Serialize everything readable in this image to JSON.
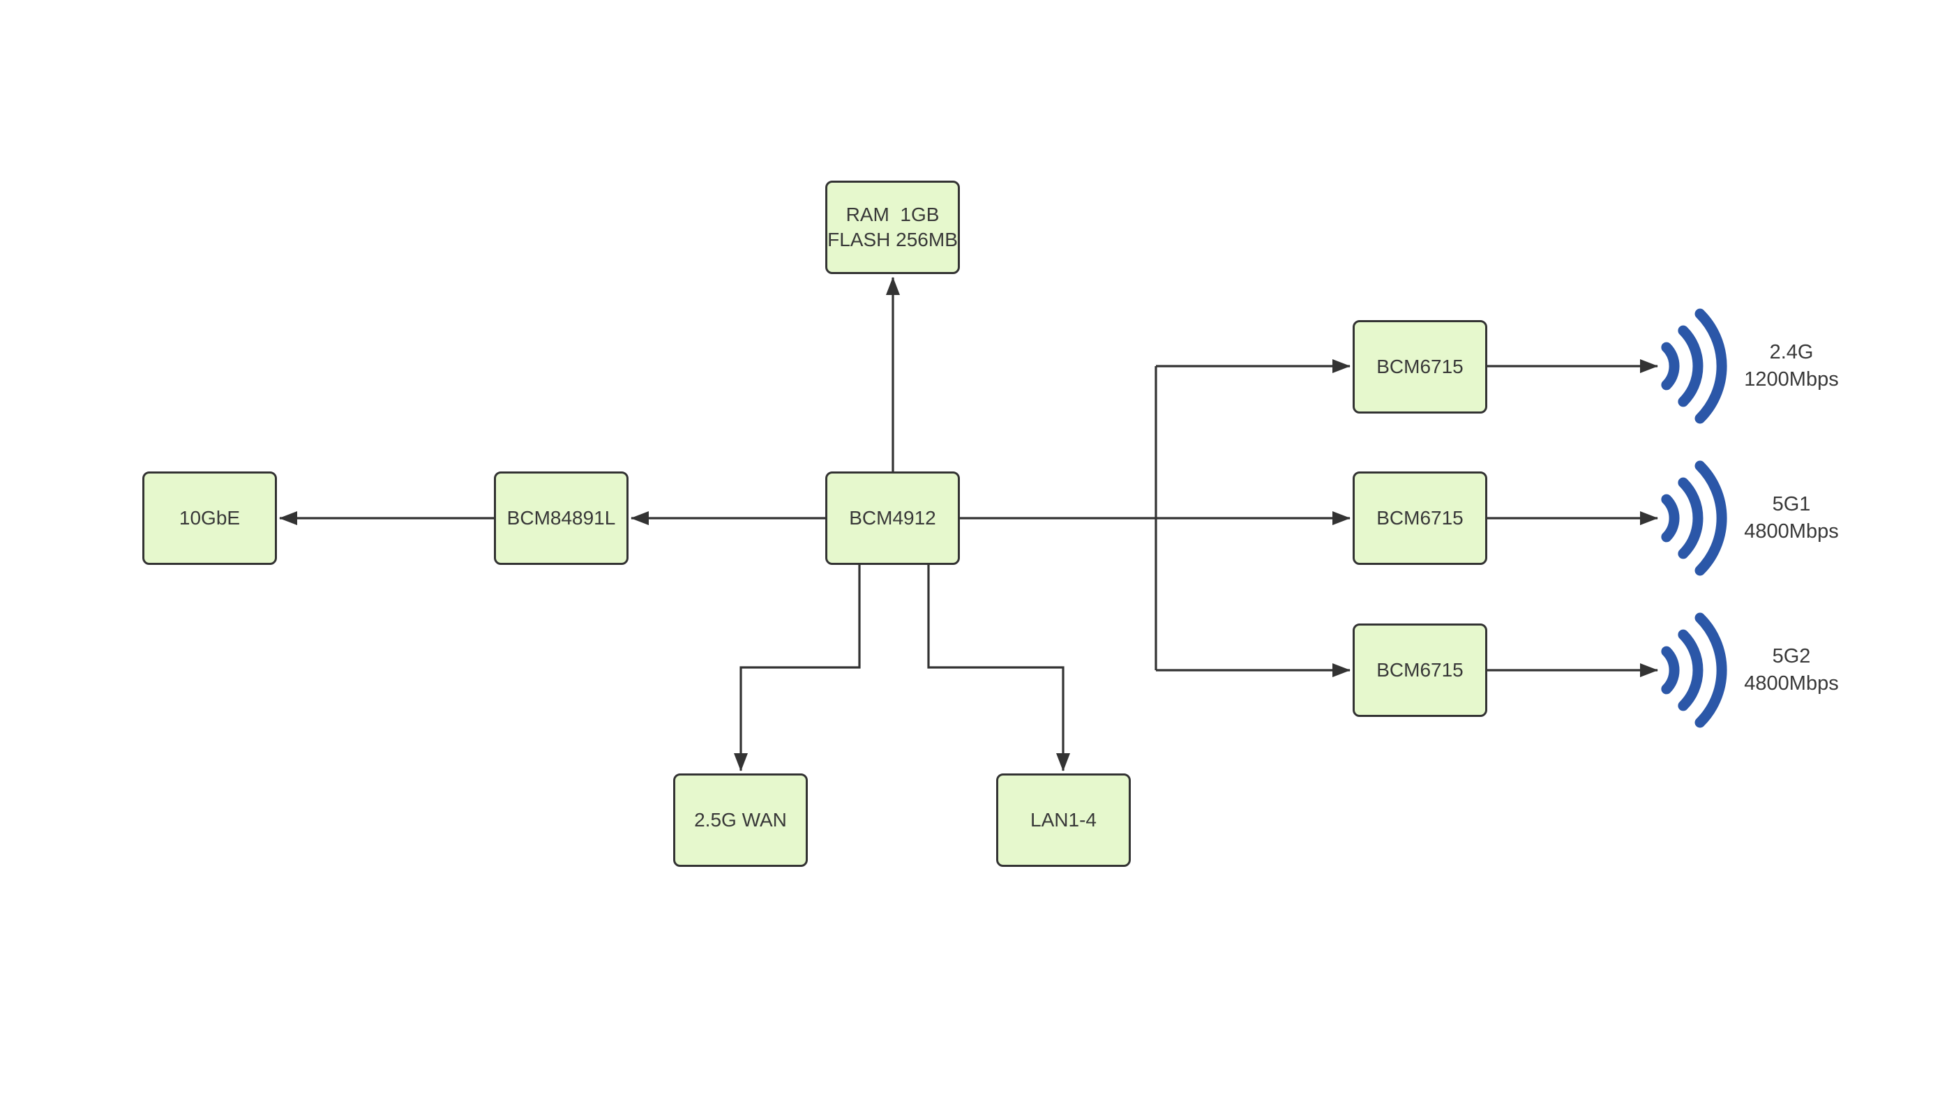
{
  "colors": {
    "background": "#ffffff",
    "box-fill": "#e6f8cd",
    "box-border": "#333333",
    "line": "#333333",
    "text": "#383838",
    "wifi-blue": "#2b57a8"
  },
  "nodes": {
    "ram": {
      "line1": "RAM  1GB",
      "line2": "FLASH 256MB"
    },
    "soc": {
      "label": "BCM4912"
    },
    "phy": {
      "label": "BCM84891L"
    },
    "tengbe": {
      "label": "10GbE"
    },
    "radio1": {
      "label": "BCM6715"
    },
    "radio2": {
      "label": "BCM6715"
    },
    "radio3": {
      "label": "BCM6715"
    },
    "wan": {
      "label": "2.5G WAN"
    },
    "lan": {
      "label": "LAN1-4"
    }
  },
  "wireless": [
    {
      "band": "2.4G",
      "rate": "1200Mbps"
    },
    {
      "band": "5G1",
      "rate": "4800Mbps"
    },
    {
      "band": "5G2",
      "rate": "4800Mbps"
    }
  ],
  "connections": [
    {
      "from": "BCM4912",
      "to": "RAM/FLASH",
      "direction": "up"
    },
    {
      "from": "BCM4912",
      "to": "BCM84891L",
      "direction": "left"
    },
    {
      "from": "BCM84891L",
      "to": "10GbE",
      "direction": "left"
    },
    {
      "from": "BCM4912",
      "to": "BCM6715 (2.4G)",
      "direction": "right"
    },
    {
      "from": "BCM4912",
      "to": "BCM6715 (5G1)",
      "direction": "right"
    },
    {
      "from": "BCM4912",
      "to": "BCM6715 (5G2)",
      "direction": "right"
    },
    {
      "from": "BCM4912",
      "to": "2.5G WAN",
      "direction": "down"
    },
    {
      "from": "BCM4912",
      "to": "LAN1-4",
      "direction": "down"
    },
    {
      "from": "BCM6715 (2.4G)",
      "to": "antenna 2.4G 1200Mbps",
      "direction": "right"
    },
    {
      "from": "BCM6715 (5G1)",
      "to": "antenna 5G1 4800Mbps",
      "direction": "right"
    },
    {
      "from": "BCM6715 (5G2)",
      "to": "antenna 5G2 4800Mbps",
      "direction": "right"
    }
  ]
}
